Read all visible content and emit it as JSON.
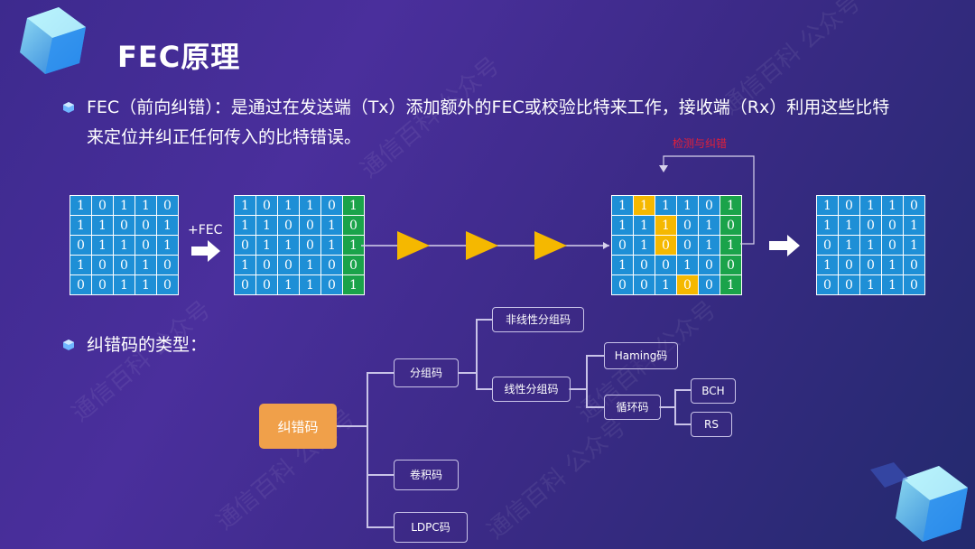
{
  "slide": {
    "title": "FEC原理",
    "bullet1_line1": "FEC（前向纠错）：是通过在发送端（Tx）添加额外的FEC或校验比特来工作，接收端（Rx）利用这些比特",
    "bullet1_line2": "来定位并纠正任何传入的比特错误。",
    "bullet2": "纠错码的类型：",
    "fec_label": "+FEC",
    "detect_label": "检测与纠错",
    "watermark": "通信百科 公众号"
  },
  "grids": {
    "original": [
      [
        "1",
        "0",
        "1",
        "1",
        "0"
      ],
      [
        "1",
        "1",
        "0",
        "0",
        "1"
      ],
      [
        "0",
        "1",
        "1",
        "0",
        "1"
      ],
      [
        "1",
        "0",
        "0",
        "1",
        "0"
      ],
      [
        "0",
        "0",
        "1",
        "1",
        "0"
      ]
    ],
    "encoded": [
      [
        "1",
        "0",
        "1",
        "1",
        "0",
        "1"
      ],
      [
        "1",
        "1",
        "0",
        "0",
        "1",
        "0"
      ],
      [
        "0",
        "1",
        "1",
        "0",
        "1",
        "1"
      ],
      [
        "1",
        "0",
        "0",
        "1",
        "0",
        "0"
      ],
      [
        "0",
        "0",
        "1",
        "1",
        "0",
        "1"
      ]
    ],
    "received": [
      [
        "1",
        "1",
        "1",
        "1",
        "0",
        "1"
      ],
      [
        "1",
        "1",
        "1",
        "0",
        "1",
        "0"
      ],
      [
        "0",
        "1",
        "0",
        "0",
        "1",
        "1"
      ],
      [
        "1",
        "0",
        "0",
        "1",
        "0",
        "0"
      ],
      [
        "0",
        "0",
        "1",
        "0",
        "0",
        "1"
      ]
    ],
    "corrected": [
      [
        "1",
        "0",
        "1",
        "1",
        "0"
      ],
      [
        "1",
        "1",
        "0",
        "0",
        "1"
      ],
      [
        "0",
        "1",
        "1",
        "0",
        "1"
      ],
      [
        "1",
        "0",
        "0",
        "1",
        "0"
      ],
      [
        "0",
        "0",
        "1",
        "1",
        "0"
      ]
    ],
    "received_error_cells": [
      [
        0,
        1
      ],
      [
        1,
        2
      ],
      [
        2,
        2
      ],
      [
        4,
        3
      ]
    ]
  },
  "tree": {
    "root": "纠错码",
    "block": "分组码",
    "nonlinear": "非线性分组码",
    "linear": "线性分组码",
    "hamming": "Haming码",
    "cyclic": "循环码",
    "bch": "BCH",
    "rs": "RS",
    "conv": "卷积码",
    "ldpc": "LDPC码"
  },
  "colors": {
    "cell_blue": "#1e8fd6",
    "parity_green": "#1aa34a",
    "error_yellow": "#f5b800",
    "root_orange": "#f0a04a",
    "arrow_yellow": "#f5b800"
  }
}
